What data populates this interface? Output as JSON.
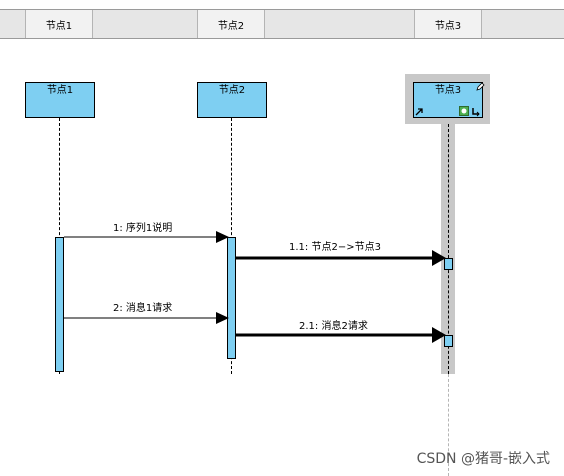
{
  "top_tabs": [
    {
      "label": "节点1"
    },
    {
      "label": "节点2"
    },
    {
      "label": "节点3"
    }
  ],
  "lifelines": [
    {
      "label": "节点1"
    },
    {
      "label": "节点2"
    },
    {
      "label": "节点3",
      "selected": true
    }
  ],
  "messages": [
    {
      "label": "1: 序列1说明",
      "from": "节点1",
      "to": "节点2",
      "style": "thin"
    },
    {
      "label": "1.1: 节点2−>节点3",
      "from": "节点2",
      "to": "节点3",
      "style": "bold"
    },
    {
      "label": "2: 消息1请求",
      "from": "节点1",
      "to": "节点2",
      "style": "thin"
    },
    {
      "label": "2.1: 消息2请求",
      "from": "节点2",
      "to": "节点3",
      "style": "bold"
    }
  ],
  "colors": {
    "node_fill": "#7ecff2",
    "selection": "#c8c8c8",
    "tab_bar": "#e6e6e6"
  },
  "watermark": "CSDN @猪哥-嵌入式"
}
